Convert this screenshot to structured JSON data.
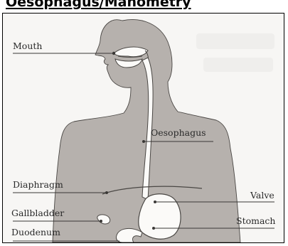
{
  "title": "Oesophagus/Manometry",
  "diagram": {
    "labels": {
      "mouth": "Mouth",
      "oesophagus": "Oesophagus",
      "diaphragm": "Diaphragm",
      "valve": "Valve",
      "gallbladder": "Gallbladder",
      "stomach": "Stomach",
      "duodenum": "Duodenum"
    },
    "colors": {
      "body_fill": "#b6b1ad",
      "background": "#f7f6f4",
      "organ_fill": "#fbfaf8",
      "outline": "#4a4744",
      "leader_line": "#3a3836"
    }
  }
}
